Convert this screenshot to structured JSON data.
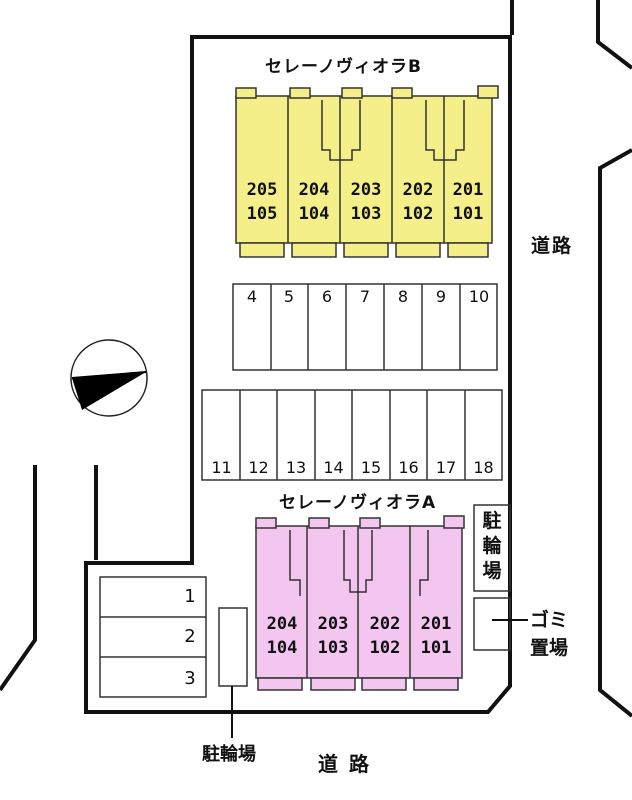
{
  "building_b": {
    "name": "セレーノヴィオラB",
    "units": [
      {
        "upper": "205",
        "lower": "105"
      },
      {
        "upper": "204",
        "lower": "104"
      },
      {
        "upper": "203",
        "lower": "103"
      },
      {
        "upper": "202",
        "lower": "102"
      },
      {
        "upper": "201",
        "lower": "101"
      }
    ],
    "color": "#f5ef8a"
  },
  "building_a": {
    "name": "セレーノヴィオラA",
    "units": [
      {
        "upper": "204",
        "lower": "104"
      },
      {
        "upper": "203",
        "lower": "103"
      },
      {
        "upper": "202",
        "lower": "102"
      },
      {
        "upper": "201",
        "lower": "101"
      }
    ],
    "color": "#f3c6f0"
  },
  "parking_row_1": [
    "4",
    "5",
    "6",
    "7",
    "8",
    "9",
    "10"
  ],
  "parking_row_2": [
    "11",
    "12",
    "13",
    "14",
    "15",
    "16",
    "17",
    "18"
  ],
  "parking_left": [
    "1",
    "2",
    "3"
  ],
  "labels": {
    "road_right": "道路",
    "road_bottom": "道 路",
    "bicycle_right": "駐輪場",
    "bicycle_bottom": "駐輪場",
    "garbage_line1": "ゴミ",
    "garbage_line2": "置場"
  },
  "compass_icon": "north-arrow-icon"
}
